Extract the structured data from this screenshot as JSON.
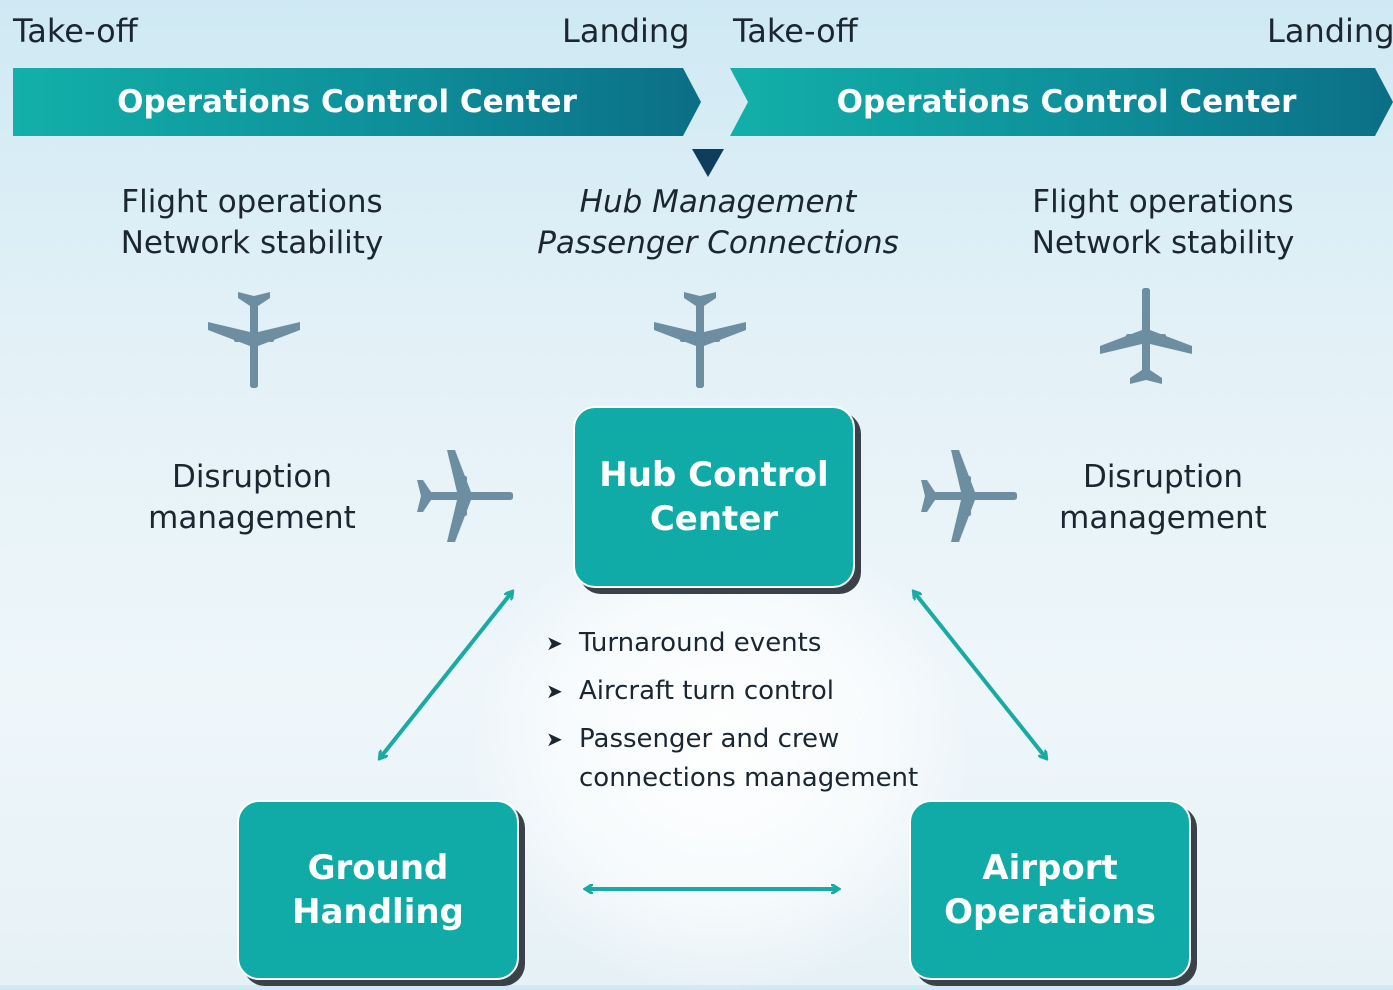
{
  "timeline": {
    "left_takeoff": "Take-off",
    "left_landing": "Landing",
    "right_takeoff": "Take-off",
    "right_landing": "Landing"
  },
  "banners": {
    "left": "Operations Control Center",
    "right": "Operations Control Center"
  },
  "captions": {
    "left_flight_line1": "Flight operations",
    "left_flight_line2": "Network stability",
    "center_line1": "Hub Management",
    "center_line2": "Passenger Connections",
    "right_flight_line1": "Flight operations",
    "right_flight_line2": "Network stability",
    "left_disruption_line1": "Disruption",
    "left_disruption_line2": "management",
    "right_disruption_line1": "Disruption",
    "right_disruption_line2": "management"
  },
  "boxes": {
    "hub_line1": "Hub Control",
    "hub_line2": "Center",
    "ground_line1": "Ground",
    "ground_line2": "Handling",
    "airport_line1": "Airport",
    "airport_line2": "Operations"
  },
  "bullets": {
    "item1": "Turnaround events",
    "item2": "Aircraft turn control",
    "item3_line1": "Passenger and crew",
    "item3_line2": "connections  management"
  },
  "colors": {
    "teal": "#10aba6",
    "banner_dark": "#0b6f86",
    "arrow": "#19aaa3",
    "plane": "#6d8ea1",
    "pointer": "#0f3d5c"
  },
  "icons": [
    "airplane-icon",
    "double-arrow-icon",
    "triangle-pointer-icon",
    "bullet-arrow-icon"
  ]
}
